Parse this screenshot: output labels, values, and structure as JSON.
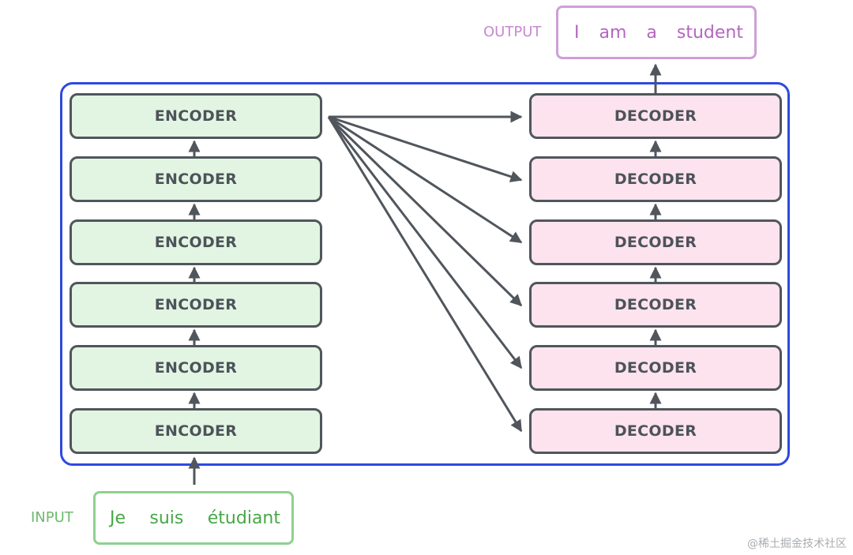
{
  "encoders": [
    "ENCODER",
    "ENCODER",
    "ENCODER",
    "ENCODER",
    "ENCODER",
    "ENCODER"
  ],
  "decoders": [
    "DECODER",
    "DECODER",
    "DECODER",
    "DECODER",
    "DECODER",
    "DECODER"
  ],
  "input": {
    "label": "INPUT",
    "words": [
      "Je",
      "suis",
      "étudiant"
    ]
  },
  "output": {
    "label": "OUTPUT",
    "words": [
      "I",
      "am",
      "a",
      "student"
    ]
  },
  "watermark": "@稀土掘金技术社区",
  "colors": {
    "frame": "#2f49e0",
    "encoder_fill": "#e2f5e2",
    "decoder_fill": "#fde3ee",
    "block_border": "#50565c",
    "arrow": "#50565c",
    "input_text": "#47a747",
    "output_text": "#b566c0"
  }
}
